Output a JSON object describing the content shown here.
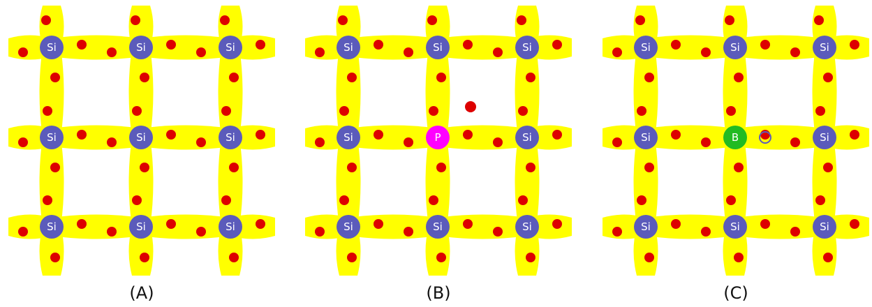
{
  "colors": {
    "bond": "#ffff00",
    "electron": "#dd0000",
    "silicon": "#5b5bbb",
    "phosphorus": "#ff00ff",
    "boron": "#22bb22",
    "hole_stroke": "#5b5bbb",
    "atom_label": "#ffffff"
  },
  "panels": [
    {
      "caption": "(A)",
      "atoms": [
        [
          "Si",
          "Si",
          "Si"
        ],
        [
          "Si",
          "Si",
          "Si"
        ],
        [
          "Si",
          "Si",
          "Si"
        ]
      ],
      "dopant": null,
      "extra_electron": false,
      "hole": false
    },
    {
      "caption": "(B)",
      "atoms": [
        [
          "Si",
          "Si",
          "Si"
        ],
        [
          "Si",
          "P",
          "Si"
        ],
        [
          "Si",
          "Si",
          "Si"
        ]
      ],
      "dopant": "phosphorus",
      "extra_electron": true,
      "hole": false
    },
    {
      "caption": "(C)",
      "atoms": [
        [
          "Si",
          "Si",
          "Si"
        ],
        [
          "Si",
          "B",
          "Si"
        ],
        [
          "Si",
          "Si",
          "Si"
        ]
      ],
      "dopant": "boron",
      "extra_electron": false,
      "hole": true
    }
  ]
}
